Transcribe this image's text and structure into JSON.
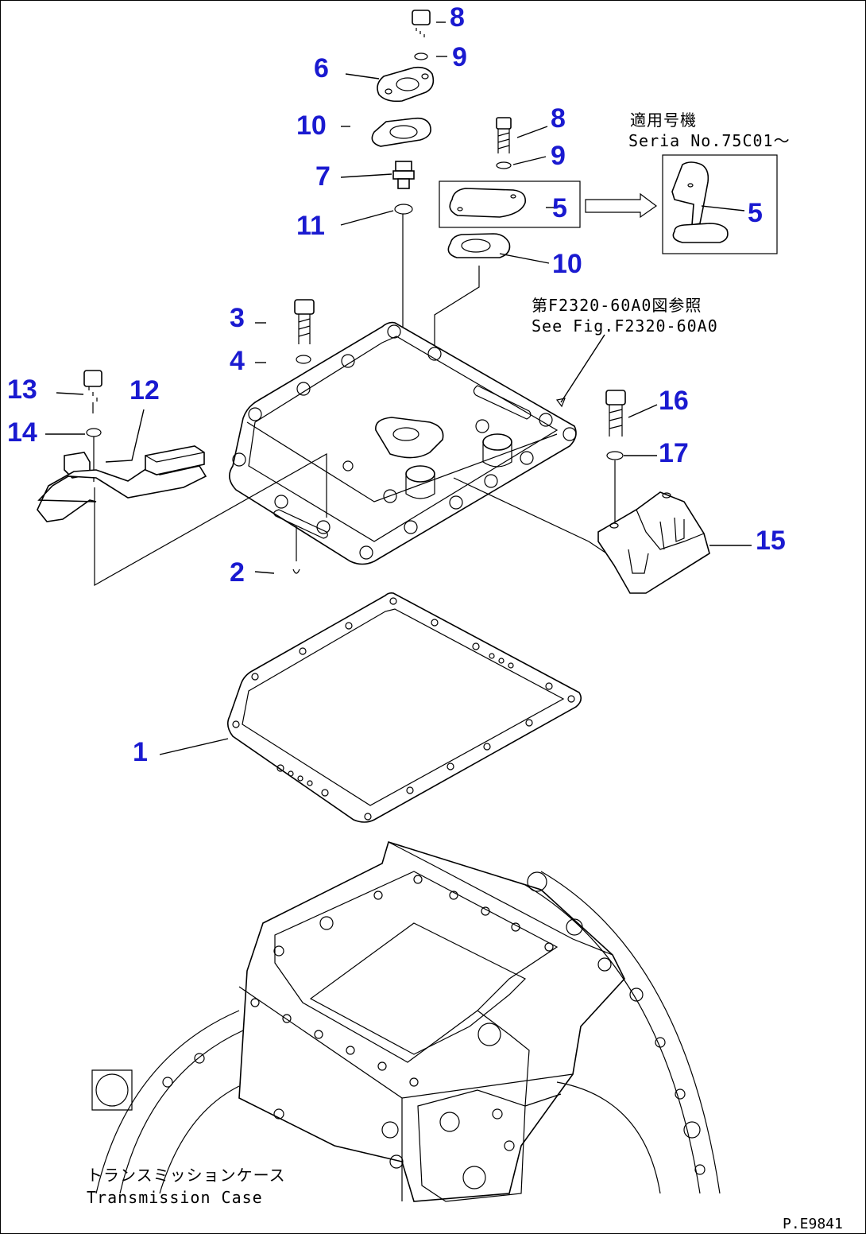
{
  "callouts": {
    "c1": "1",
    "c2": "2",
    "c3": "3",
    "c4": "4",
    "c5a": "5",
    "c5b": "5",
    "c6": "6",
    "c7": "7",
    "c8a": "8",
    "c8b": "8",
    "c9a": "9",
    "c9b": "9",
    "c10a": "10",
    "c10b": "10",
    "c11": "11",
    "c12": "12",
    "c13": "13",
    "c14": "14",
    "c15": "15",
    "c16": "16",
    "c17": "17"
  },
  "notes": {
    "serial_jp": "適用号機",
    "serial_en": "Seria  No.75C01〜",
    "see_fig_jp": "第F2320-60A0図参照",
    "see_fig_en": "See Fig.F2320-60A0",
    "case_jp": "トランスミッションケース",
    "case_en": "Transmission Case",
    "drawing_ref": "P.E9841"
  }
}
